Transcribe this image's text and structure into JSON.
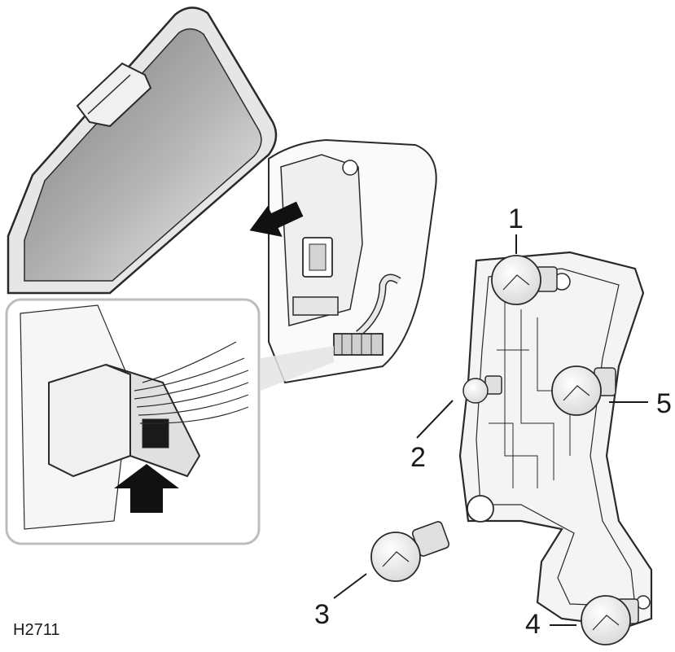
{
  "figure_code": "H2711",
  "callouts": {
    "c1": "1",
    "c2": "2",
    "c3": "3",
    "c4": "4",
    "c5": "5"
  },
  "colors": {
    "line": "#2a2a2a",
    "panel": "#f4f4f4",
    "lens_dark": "#8a8a8a",
    "lens_light": "#dcdcdc",
    "arrow": "#111111",
    "inset_border": "#bdbdbd"
  }
}
